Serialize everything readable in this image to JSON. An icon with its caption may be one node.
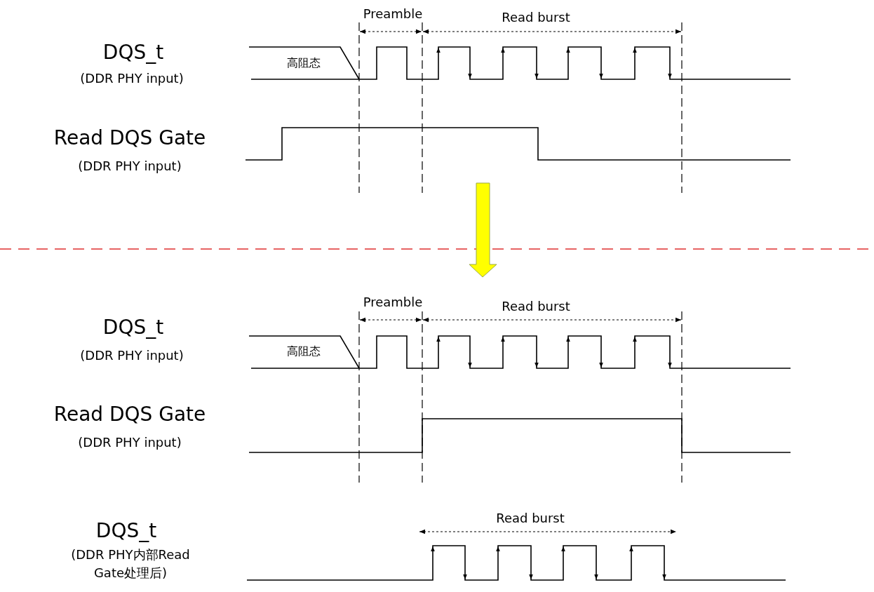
{
  "diagram": {
    "labels": [
      "Preamble",
      "Read burst",
      "DQS_t",
      "(DDR PHY input)",
      "高阻态",
      "Read DQS Gate",
      "(DDR PHY input)",
      "Preamble",
      "Read burst",
      "DQS_t",
      "(DDR PHY input)",
      "高阻态",
      "Read DQS Gate",
      "(DDR PHY input)",
      "Read burst",
      "DQS_t",
      "(DDR PHY内部Read Gate处理后)"
    ]
  }
}
